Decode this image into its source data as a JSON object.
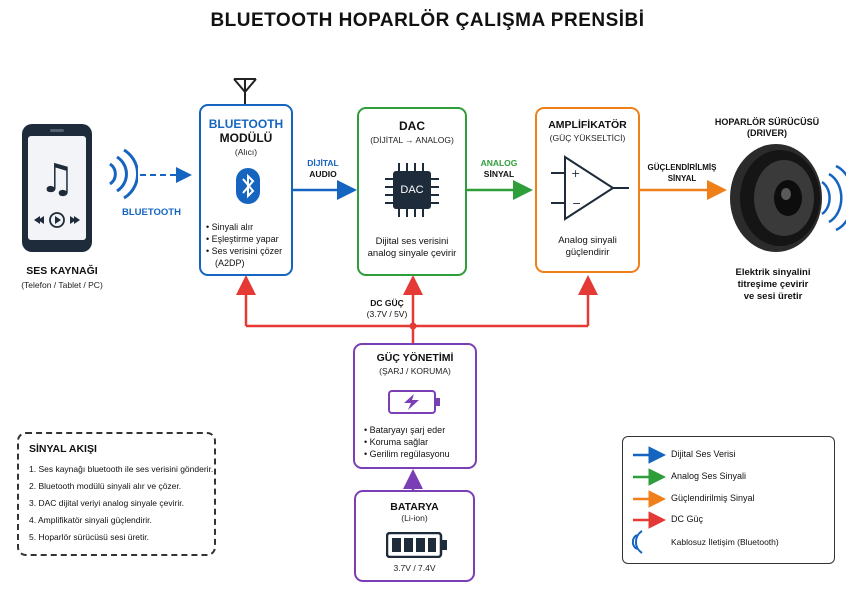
{
  "title": "BLUETOOTH HOPARLÖR ÇALIŞMA PRENSİBİ",
  "source": {
    "title": "SES KAYNAĞI",
    "subtitle": "(Telefon / Tablet / PC)"
  },
  "link_label": "BLUETOOTH",
  "bt_module": {
    "title_line1": "BLUETOOTH",
    "title_line2": "MODÜLÜ",
    "subtitle": "(Alıcı)",
    "bullets": [
      "Sinyali alır",
      "Eşleştirme yapar",
      "Ses verisini çözer",
      "(A2DP)"
    ]
  },
  "digital_label": {
    "line1": "DİJİTAL",
    "line2": "AUDIO"
  },
  "dac": {
    "title": "DAC",
    "subtitle": "(DİJİTAL → ANALOG)",
    "chip_label": "DAC",
    "desc_line1": "Dijital ses verisini",
    "desc_line2": "analog sinyale çevirir"
  },
  "analog_label": {
    "line1": "ANALOG",
    "line2": "SİNYAL"
  },
  "amp": {
    "title": "AMPLİFİKATÖR",
    "subtitle": "(GÜÇ YÜKSELTİCİ)",
    "desc_line1": "Analog sinyali",
    "desc_line2": "güçlendirir"
  },
  "amplified_label": {
    "line1": "GÜÇLENDİRİLMİŞ",
    "line2": "SİNYAL"
  },
  "speaker": {
    "title": "HOPARLÖR SÜRÜCÜSÜ",
    "subtitle": "(DRIVER)",
    "desc_line1": "Elektrik sinyalini",
    "desc_line2": "titreşime çevirir",
    "desc_line3": "ve sesi üretir"
  },
  "dc_label": {
    "line1": "DC GÜÇ",
    "line2": "(3.7V / 5V)"
  },
  "power": {
    "title": "GÜÇ YÖNETİMİ",
    "subtitle": "(ŞARJ / KORUMA)",
    "bullets": [
      "Bataryayı şarj eder",
      "Koruma sağlar",
      "Gerilim regülasyonu"
    ]
  },
  "battery": {
    "title": "BATARYA",
    "subtitle": "(Li-ion)",
    "voltage": "3.7V / 7.4V"
  },
  "signal_flow": {
    "title": "SİNYAL AKIŞI",
    "steps": [
      "1.  Ses kaynağı bluetooth ile ses verisini gönderir.",
      "2.  Bluetooth modülü sinyali alır ve çözer.",
      "3.  DAC dijital veriyi analog sinyale çevirir.",
      "4.  Amplifikatör sinyali güçlendirir.",
      "5.  Hoparlör sürücüsü sesi üretir."
    ]
  },
  "legend": {
    "items": [
      {
        "label": "Dijital Ses Verisi",
        "color": "#1565c0"
      },
      {
        "label": "Analog Ses Sinyali",
        "color": "#2e9e3a"
      },
      {
        "label": "Güçlendirilmiş Sinyal",
        "color": "#f07f1a"
      },
      {
        "label": "DC Güç",
        "color": "#e53935"
      },
      {
        "label": "Kablosuz İletişim (Bluetooth)",
        "icon": "wireless-icon"
      }
    ]
  },
  "colors": {
    "blue": "#1565c0",
    "green": "#2e9e3a",
    "orange": "#f07f1a",
    "red": "#e53935",
    "purple": "#7b3fb5"
  }
}
